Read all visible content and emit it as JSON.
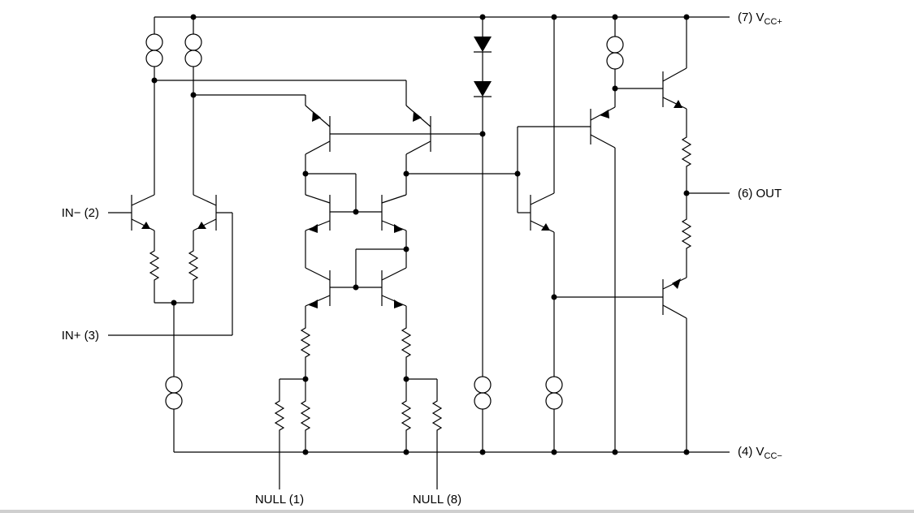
{
  "labels": {
    "vcc_plus": {
      "main": "(7) V",
      "sub": "CC+"
    },
    "vcc_minus": {
      "main": "(4) V",
      "sub": "CC−"
    },
    "out": "(6) OUT",
    "in_minus": "IN− (2)",
    "in_plus": "IN+ (3)",
    "null1": "NULL (1)",
    "null8": "NULL (8)"
  },
  "colors": {
    "line": "#000000",
    "background": "#ffffff"
  }
}
